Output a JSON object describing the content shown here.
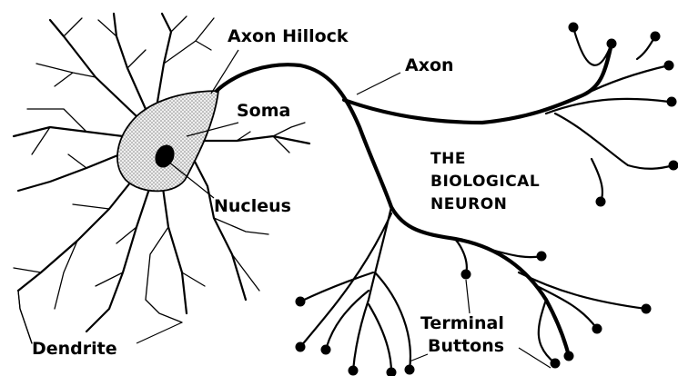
{
  "labels": {
    "axon_hillock": "Axon Hillock",
    "axon": "Axon",
    "soma": "Soma",
    "nucleus": "Nucleus",
    "dendrite": "Dendrite",
    "terminal": "Terminal",
    "buttons": "Buttons"
  },
  "title": {
    "line1": "THE",
    "line2": "BIOLOGICAL",
    "line3": "NEURON"
  },
  "colors": {
    "ink": "#000000",
    "soma_fill": "#d9d9d9",
    "background": "#ffffff"
  }
}
